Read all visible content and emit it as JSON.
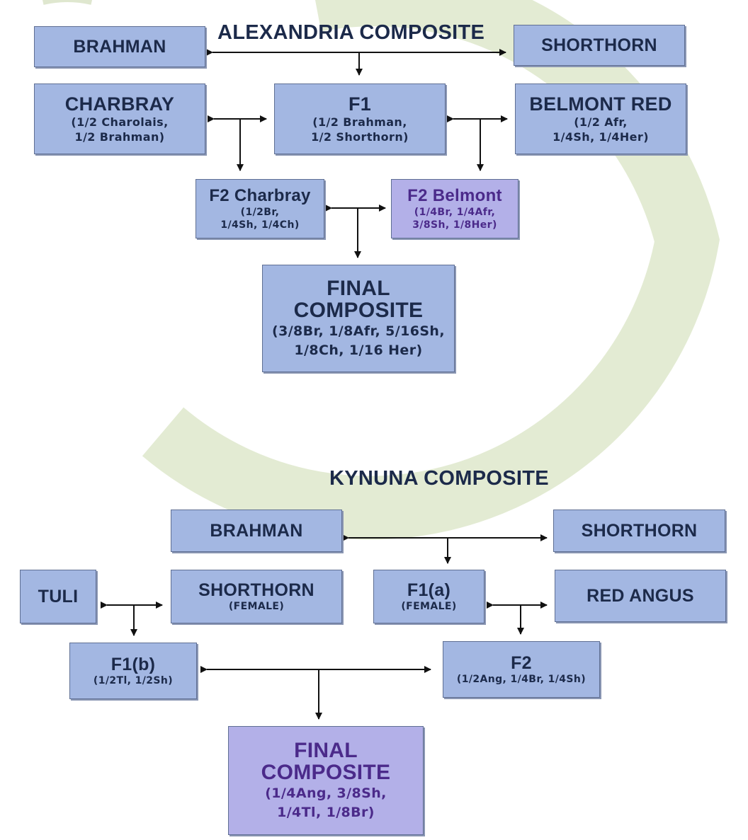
{
  "alexandria": {
    "title": "ALEXANDRIA COMPOSITE",
    "brahman": "BRAHMAN",
    "shorthorn": "SHORTHORN",
    "charbray": {
      "name": "CHARBRAY",
      "line1": "(1/2 Charolais,",
      "line2": "1/2 Brahman)"
    },
    "f1": {
      "name": "F1",
      "line1": "(1/2 Brahman,",
      "line2": "1/2 Shorthorn)"
    },
    "belmont_red": {
      "name": "BELMONT RED",
      "line1": "(1/2 Afr,",
      "line2": "1/4Sh, 1/4Her)"
    },
    "f2_charbray": {
      "name": "F2 Charbray",
      "line1": "(1/2Br,",
      "line2": "1/4Sh, 1/4Ch)"
    },
    "f2_belmont": {
      "name": "F2 Belmont",
      "line1": "(1/4Br, 1/4Afr,",
      "line2": "3/8Sh, 1/8Her)"
    },
    "final": {
      "line1": "FINAL",
      "line2": "COMPOSITE",
      "line3": "(3/8Br, 1/8Afr, 5/16Sh,",
      "line4": "1/8Ch, 1/16 Her)"
    }
  },
  "kynuna": {
    "title": "KYNUNA COMPOSITE",
    "brahman": "BRAHMAN",
    "shorthorn": "SHORTHORN",
    "tuli": "TULI",
    "shorthorn_female": {
      "name": "SHORTHORN",
      "line1": "(FEMALE)"
    },
    "f1a": {
      "name": "F1(a)",
      "line1": "(FEMALE)"
    },
    "red_angus": "RED ANGUS",
    "f1b": {
      "name": "F1(b)",
      "line1": "(1/2Tl, 1/2Sh)"
    },
    "f2": {
      "name": "F2",
      "line1": "(1/2Ang, 1/4Br, 1/4Sh)"
    },
    "final": {
      "line1": "FINAL",
      "line2": "COMPOSITE",
      "line3": "(1/4Ang, 3/8Sh,",
      "line4": "1/4Tl, 1/8Br)"
    }
  },
  "colors": {
    "box_fill": "#a3b7e2",
    "box_fill_highlight": "#b3b0e8",
    "text_dark": "#1c2a4a",
    "text_purple": "#4b2a8a",
    "background_ring": "#e3ebd3"
  }
}
